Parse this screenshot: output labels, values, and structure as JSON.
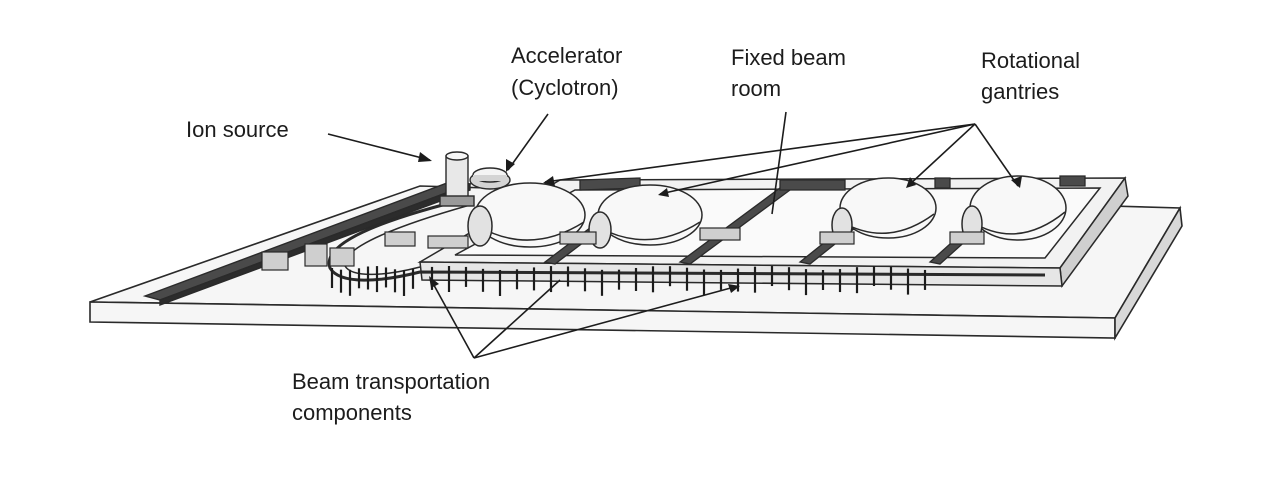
{
  "diagram": {
    "labels": {
      "ion_source": "Ion source",
      "accelerator_line1": "Accelerator",
      "accelerator_line2": "(Cyclotron)",
      "fixed_beam_line1": "Fixed beam",
      "fixed_beam_line2": "room",
      "rotational_line1": "Rotational",
      "rotational_line2": "gantries",
      "beam_transport_line1": "Beam transportation",
      "beam_transport_line2": "components"
    },
    "colors": {
      "ink": "#1c1c1c",
      "line": "#2a2a2a",
      "fill_light": "#f4f4f4",
      "fill_mid": "#cfcfcf",
      "fill_dark": "#4a4a4a",
      "background": "#ffffff"
    }
  }
}
